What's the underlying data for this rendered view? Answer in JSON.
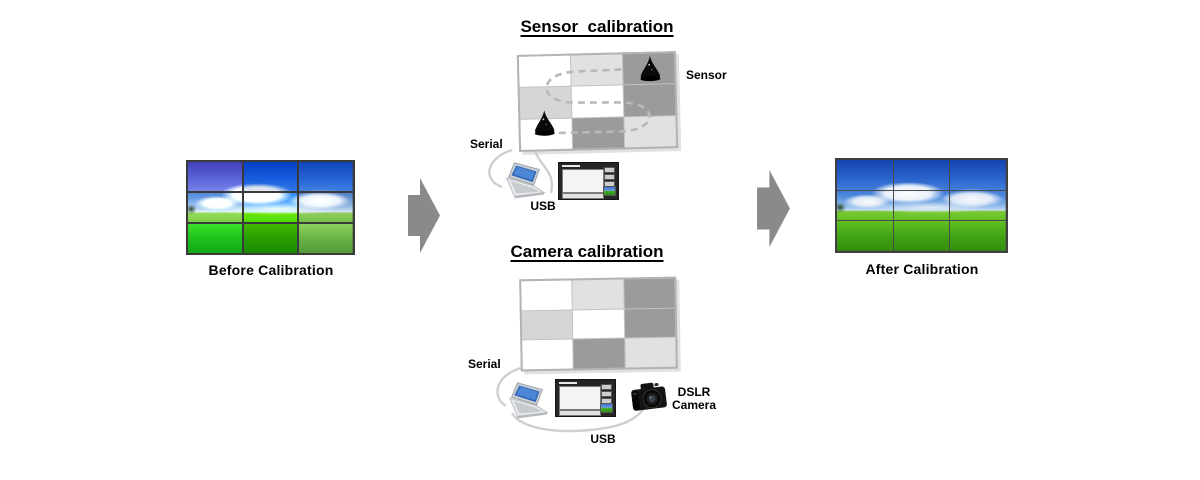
{
  "before": {
    "caption": "Before Calibration"
  },
  "after": {
    "caption": "After Calibration"
  },
  "sensor_section": {
    "title": "Sensor  calibration",
    "sensor_label": "Sensor",
    "serial_label": "Serial",
    "usb_label": "USB"
  },
  "camera_section": {
    "title": "Camera calibration",
    "serial_label": "Serial",
    "usb_label": "USB",
    "dslr_label": "DSLR\nCamera"
  },
  "test_grid": {
    "rows": 3,
    "cols": 3,
    "pattern": [
      [
        "white",
        "light",
        "dark"
      ],
      [
        "mid",
        "white",
        "dark"
      ],
      [
        "white",
        "dark",
        "light"
      ]
    ],
    "colors": {
      "white": "#ffffff",
      "light": "#e1e1e1",
      "mid": "#d6d6d6",
      "dark": "#9b9b9b"
    }
  },
  "walls": {
    "rows": 3,
    "cols": 3
  },
  "icons": [
    "flow-arrow-icon",
    "sensor-icon",
    "laptop-icon",
    "dslr-camera-icon",
    "scan-path-dashed-arrow-icon",
    "cable-line"
  ],
  "palette": {
    "flow_arrow": "#8a8a8a",
    "dash_path": "#b9b9b9",
    "scan_arrowhead": "#9c9c9c",
    "cable": "#cfcfcf",
    "bezel_before": "#3a3a3a",
    "bezel_after": "#4a4a4a",
    "grid_dark_tile": "#9b9b9b",
    "grid_light_tile": "#e1e1e1",
    "text": "#000000"
  }
}
